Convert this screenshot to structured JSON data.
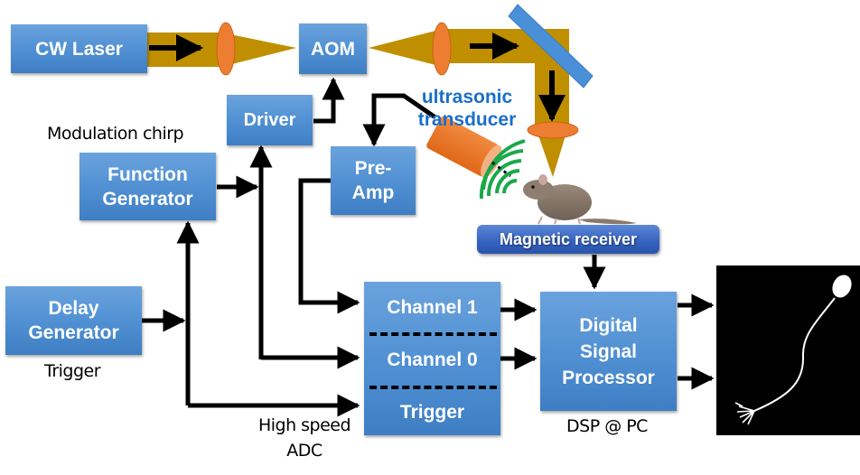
{
  "diagram": {
    "title": "Photoacoustic imaging system block diagram",
    "nodes": {
      "cw_laser": "CW Laser",
      "aom": "AOM",
      "driver": "Driver",
      "function_generator": [
        "Function",
        "Generator"
      ],
      "pre_amp": [
        "Pre-",
        "Amp"
      ],
      "delay_generator": [
        "Delay",
        "Generator"
      ],
      "adc": {
        "rows": [
          "Channel 1",
          "Channel 0",
          "Trigger"
        ]
      },
      "dsp": [
        "Digital",
        "Signal",
        "Processor"
      ],
      "magnetic_receiver": "Magnetic receiver"
    },
    "labels": {
      "modulation_chirp": "Modulation chirp",
      "trigger": "Trigger",
      "adc_caption": [
        "High speed",
        "ADC"
      ],
      "dsp_caption": "DSP @ PC",
      "transducer": [
        "ultrasonic",
        "transducer"
      ]
    },
    "colors": {
      "box_blue": "#4f8fd2",
      "beam": "#bf8f00",
      "lens": "#ed7d31",
      "mirror": "#4a90d9",
      "waves": "#1aa84a",
      "transducer_label": "#1b6fc9",
      "receiver": "#3462c0"
    },
    "edges": [
      {
        "from": "cw_laser",
        "to": "aom",
        "kind": "laser-beam"
      },
      {
        "from": "aom",
        "to": "mirror",
        "kind": "laser-beam"
      },
      {
        "from": "mirror",
        "to": "mouse",
        "kind": "laser-beam"
      },
      {
        "from": "driver",
        "to": "aom"
      },
      {
        "from": "function_generator",
        "to": "driver"
      },
      {
        "from": "delay_generator",
        "to": "function_generator"
      },
      {
        "from": "delay_generator",
        "to": "adc.trigger"
      },
      {
        "from": "transducer",
        "to": "pre_amp"
      },
      {
        "from": "pre_amp",
        "to": "adc.channel_1"
      },
      {
        "from": "function_generator",
        "to": "adc.channel_0"
      },
      {
        "from": "adc.channel_1",
        "to": "dsp"
      },
      {
        "from": "adc.channel_0",
        "to": "dsp"
      },
      {
        "from": "magnetic_receiver",
        "to": "dsp"
      },
      {
        "from": "dsp",
        "to": "image"
      }
    ]
  }
}
